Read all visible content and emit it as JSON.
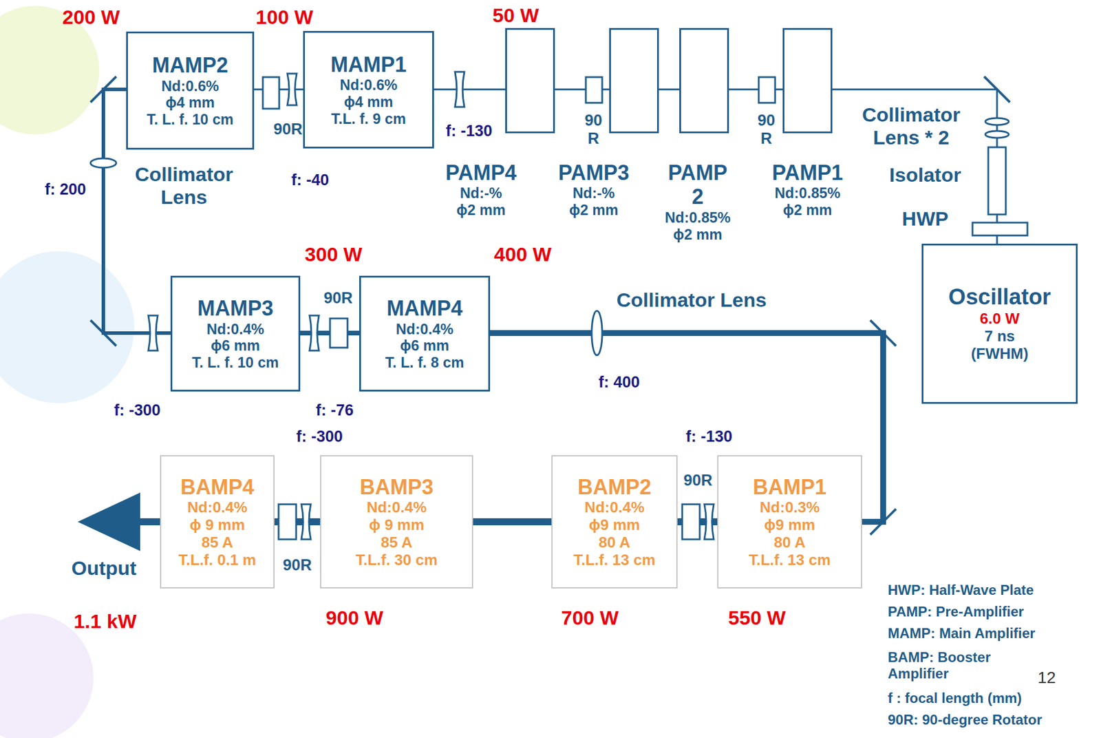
{
  "diagram": {
    "nodes": [
      {
        "text": [
          "MAMP2",
          "Nd:0.6%",
          "ϕ4 mm",
          "T. L. f. 10 cm"
        ]
      },
      {
        "text": [
          "MAMP1",
          "Nd:0.6%",
          "ϕ4 mm",
          "T.L. f. 9 cm"
        ]
      },
      {
        "text": [
          "PAMP4",
          "Nd:-%",
          "ϕ2 mm"
        ]
      },
      {
        "text": [
          "PAMP3",
          "Nd:-%",
          "ϕ2 mm"
        ]
      },
      {
        "text": [
          "PAMP 2",
          "Nd:0.85%",
          "ϕ2 mm"
        ]
      },
      {
        "text": [
          "PAMP1",
          "Nd:0.85%",
          "ϕ2 mm"
        ]
      },
      {
        "text": [
          "Oscillator",
          "6.0 W",
          "7 ns (FWHM)"
        ]
      },
      {
        "text": [
          "MAMP3",
          "Nd:0.4%",
          "ϕ6 mm",
          "T. L. f. 10 cm"
        ]
      },
      {
        "text": [
          "MAMP4",
          "Nd:0.4%",
          "ϕ6 mm",
          "T. L. f. 8 cm"
        ]
      },
      {
        "text": [
          "BAMP4",
          "Nd:0.4%",
          "ϕ 9 mm",
          "85 A",
          "T.L.f. 0.1 m"
        ]
      },
      {
        "text": [
          "BAMP3",
          "Nd:0.4%",
          "ϕ 9 mm",
          "85 A",
          "T.L.f. 30 cm"
        ]
      },
      {
        "text": [
          "BAMP2",
          "Nd:0.4%",
          "ϕ9 mm",
          "80 A",
          "T.L.f. 13 cm"
        ]
      },
      {
        "text": [
          "BAMP1",
          "Nd:0.3%",
          "ϕ9 mm",
          "80 A",
          "T.L.f. 13 cm"
        ]
      }
    ],
    "edges": [
      {
        "from": 6,
        "to": 5,
        "arrow": "none"
      },
      {
        "from": 5,
        "to": 4,
        "arrow": "none"
      },
      {
        "from": 4,
        "to": 3,
        "arrow": "none"
      },
      {
        "from": 3,
        "to": 2,
        "arrow": "none"
      },
      {
        "from": 2,
        "to": 1,
        "arrow": "none"
      },
      {
        "from": 1,
        "to": 0,
        "arrow": "none"
      },
      {
        "from": 0,
        "to": 7,
        "arrow": "none"
      },
      {
        "from": 7,
        "to": 8,
        "arrow": "none"
      },
      {
        "from": 8,
        "to": 12,
        "arrow": "none"
      },
      {
        "from": 12,
        "to": 11,
        "arrow": "none"
      },
      {
        "from": 11,
        "to": 10,
        "arrow": "none"
      },
      {
        "from": 10,
        "to": 9,
        "arrow": "none"
      }
    ],
    "labels": [
      "200 W",
      "100 W",
      "50 W",
      "f: -130",
      "90R",
      "f: -40",
      "90 R",
      "90 R",
      "Collimator Lens * 2",
      "Isolator",
      "HWP",
      "Collimator Lens",
      "f: 200",
      "300 W",
      "400 W",
      "90R",
      "Collimator Lens",
      "f: -300",
      "f: -76",
      "f: 400",
      "f: -300",
      "f: -130",
      "90R",
      "Output",
      "90R",
      "1.1 kW",
      "900 W",
      "700 W",
      "550 W",
      "HWP: Half-Wave Plate",
      "PAMP: Pre-Amplifier",
      "MAMP: Main Amplifier",
      "BAMP: Booster Amplifier",
      "12",
      "f : focal length (mm)",
      "90R: 90-degree Rotator"
    ]
  }
}
